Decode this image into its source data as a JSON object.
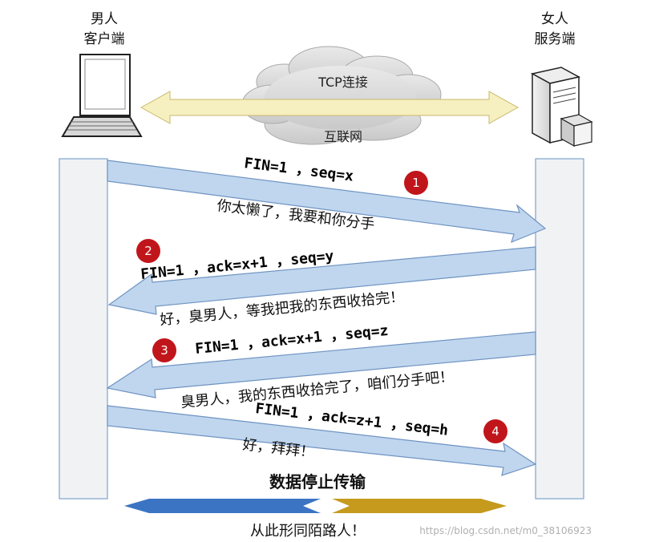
{
  "actors": {
    "client": {
      "line1": "男人",
      "line2": "客户端"
    },
    "server": {
      "line1": "女人",
      "line2": "服务端"
    }
  },
  "network": {
    "top": "TCP连接",
    "bottom": "互联网"
  },
  "messages": [
    {
      "step": "1",
      "label": "FIN=1 ，seq=x",
      "note": "你太懒了，我要和你分手"
    },
    {
      "step": "2",
      "label": "FIN=1 ，ack=x+1 ，seq=y",
      "note": "好，臭男人，等我把我的东西收拾完！"
    },
    {
      "step": "3",
      "label": "FIN=1 ，ack=x+1 ，seq=z",
      "note": "臭男人，我的东西收拾完了，咱们分手吧！"
    },
    {
      "step": "4",
      "label": "FIN=1 ，ack=z+1 ，seq=h",
      "note": "好，拜拜！"
    }
  ],
  "stop_text": "数据停止传输",
  "footer_text": "从此形同陌路人！",
  "watermark": "https://blog.csdn.net/m0_38106923",
  "colors": {
    "arrow_fill": "#bfd6ee",
    "arrow_stroke": "#6f93c2",
    "lifeline_fill": "#f1f2f4",
    "step_circle": "#c0161b",
    "link_arrow": "#f6efbf",
    "split_left": "#3a74c3",
    "split_right": "#c59a1d"
  }
}
